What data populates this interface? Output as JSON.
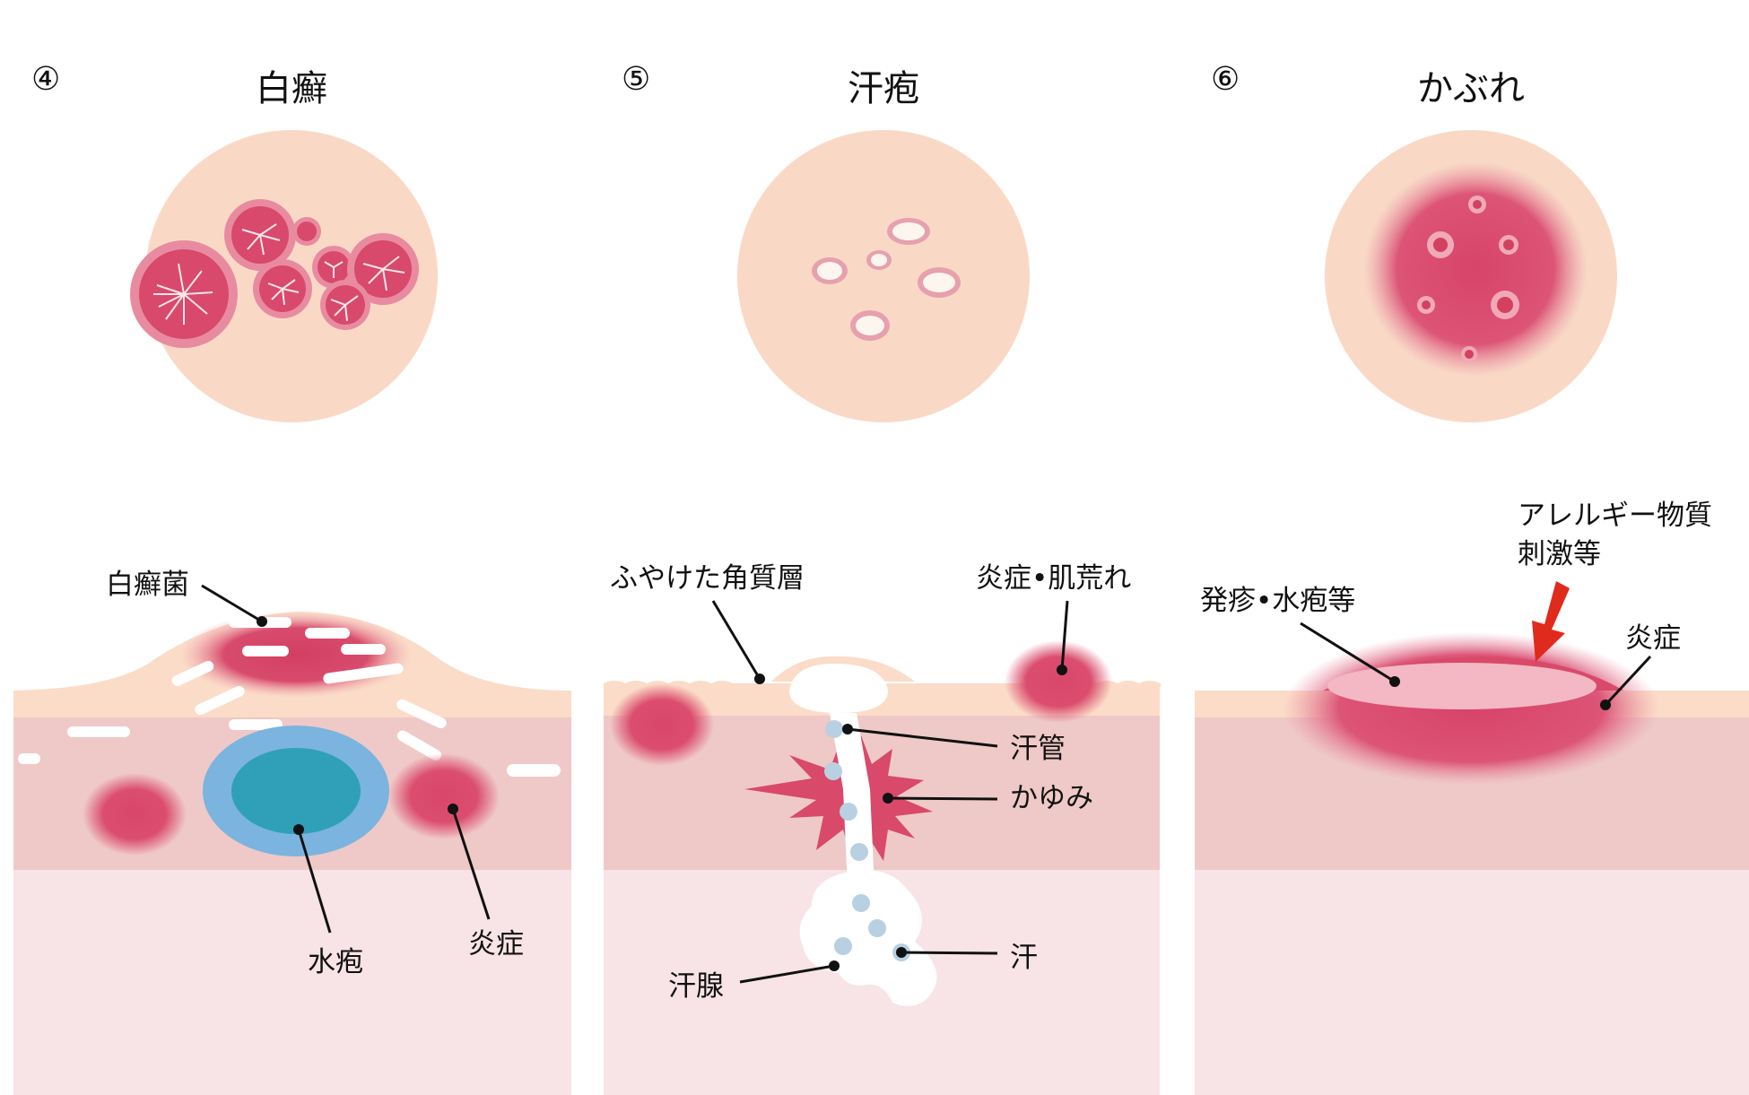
{
  "panels": [
    {
      "number": "④",
      "title": "白癬",
      "labels": {
        "fungus": "白癬菌",
        "blister": "水疱",
        "inflammation": "炎症"
      }
    },
    {
      "number": "⑤",
      "title": "汗疱",
      "labels": {
        "softened_stratum": "ふやけた角質層",
        "inflammation_rough": "炎症•肌荒れ",
        "sweat_duct": "汗管",
        "itch": "かゆみ",
        "sweat": "汗",
        "sweat_gland": "汗腺"
      }
    },
    {
      "number": "⑥",
      "title": "かぶれ",
      "labels": {
        "allergen_line1": "アレルギー物質",
        "allergen_line2": "刺激等",
        "rash": "発疹•水疱等",
        "inflammation": "炎症"
      }
    }
  ],
  "colors": {
    "skin_light": "#f9d9c6",
    "epidermis": "#fbdcc8",
    "dermis": "#efc9c7",
    "subcutis": "#f8e3e7",
    "inflamed": "#d9496a",
    "blister_outer": "#7bb4de",
    "blister_inner": "#2fa0b8",
    "sweat_dots": "#b9d0e2",
    "arrow": "#e02a1e"
  }
}
